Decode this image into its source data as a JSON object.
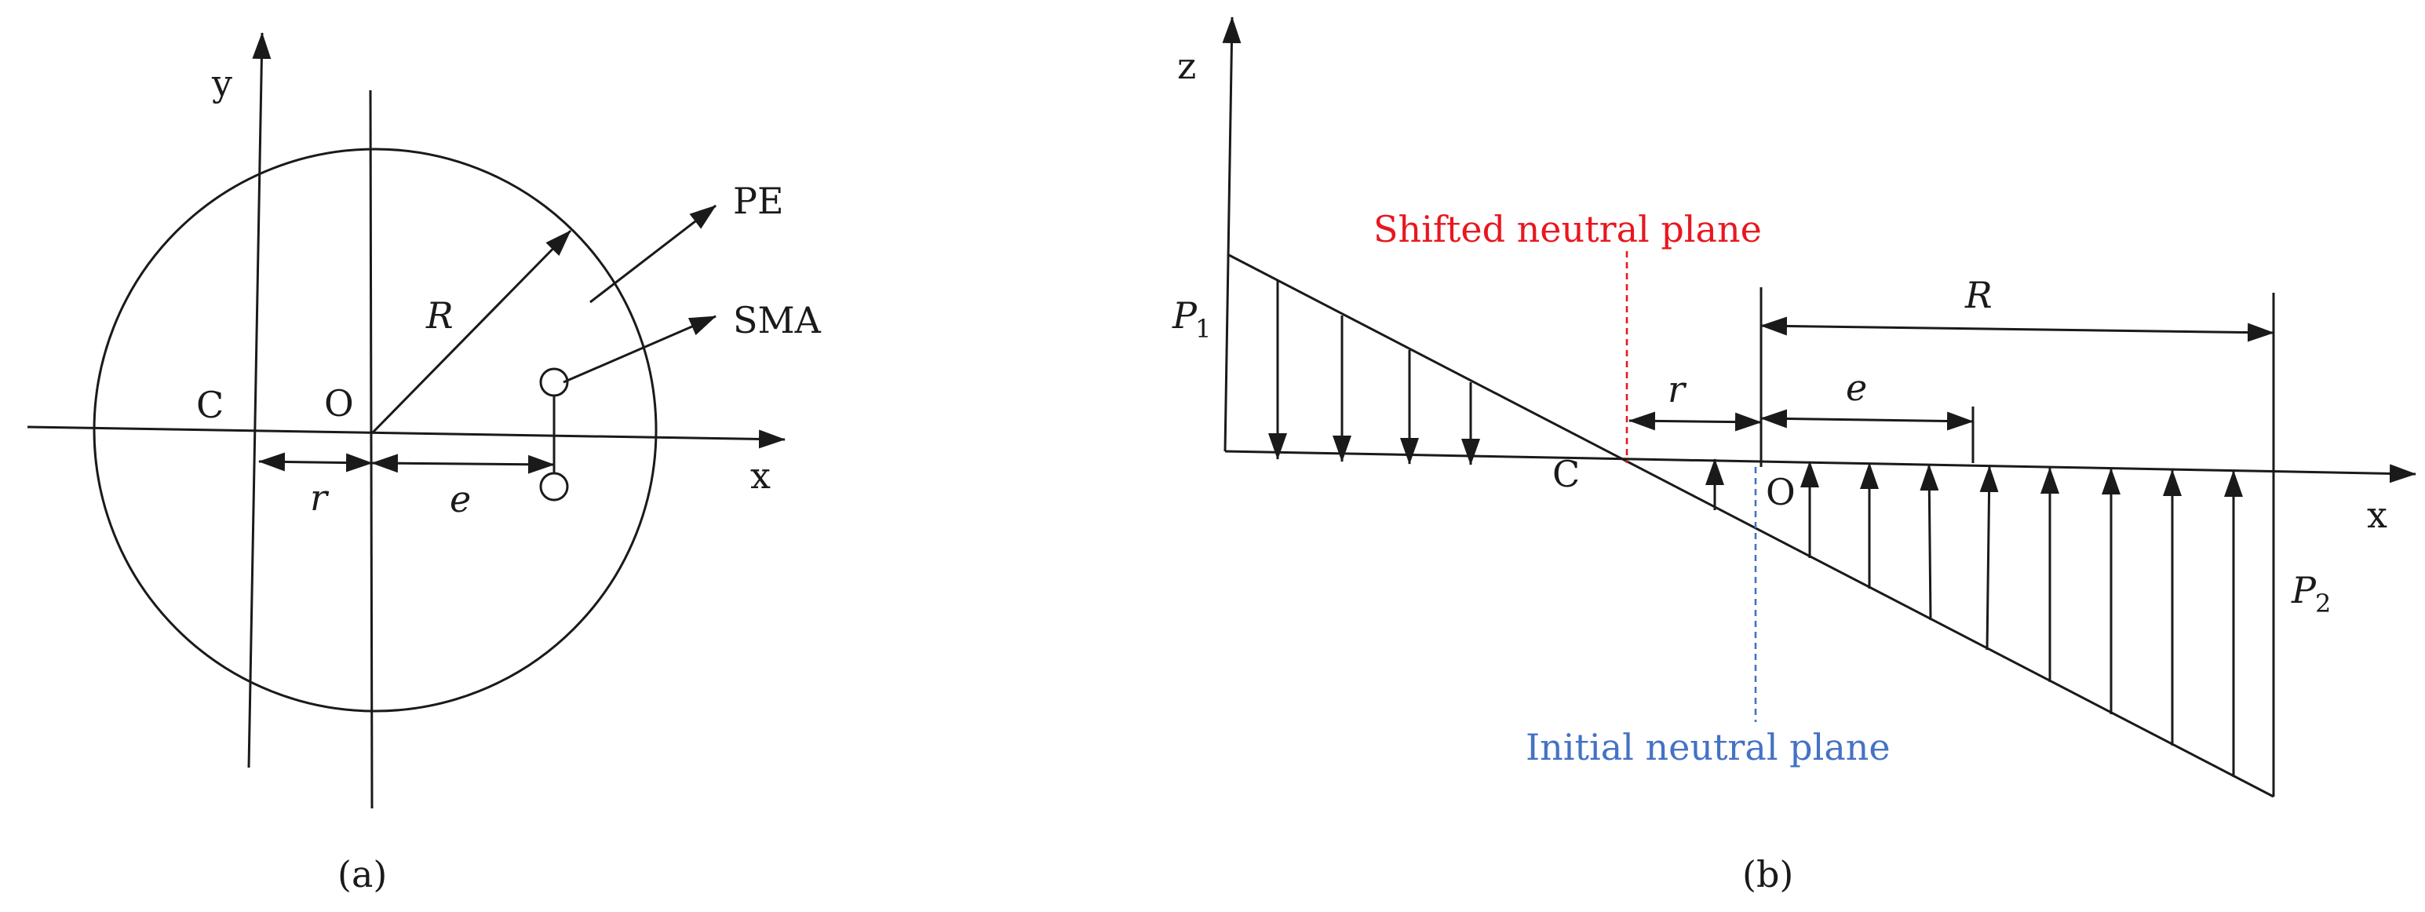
{
  "panel_a": {
    "axis_x": "x",
    "axis_y": "y",
    "point_c": "C",
    "point_o": "O",
    "radius_label": "R",
    "offset_r_label": "r",
    "offset_e_label": "e",
    "material_pe": "PE",
    "material_sma": "SMA",
    "caption": "(a)"
  },
  "panel_b": {
    "axis_z": "z",
    "axis_x": "x",
    "point_c": "C",
    "point_o": "O",
    "pressure_p1": "P",
    "pressure_p1_sub": "1",
    "pressure_p2": "P",
    "pressure_p2_sub": "2",
    "radius_label": "R",
    "offset_r_label": "r",
    "offset_e_label": "e",
    "shifted_plane": "Shifted neutral plane",
    "initial_plane": "Initial neutral plane",
    "caption": "(b)"
  },
  "colors": {
    "ink": "#1a1a1a",
    "shifted_plane": "#e8171f",
    "initial_plane": "#4472c4"
  }
}
